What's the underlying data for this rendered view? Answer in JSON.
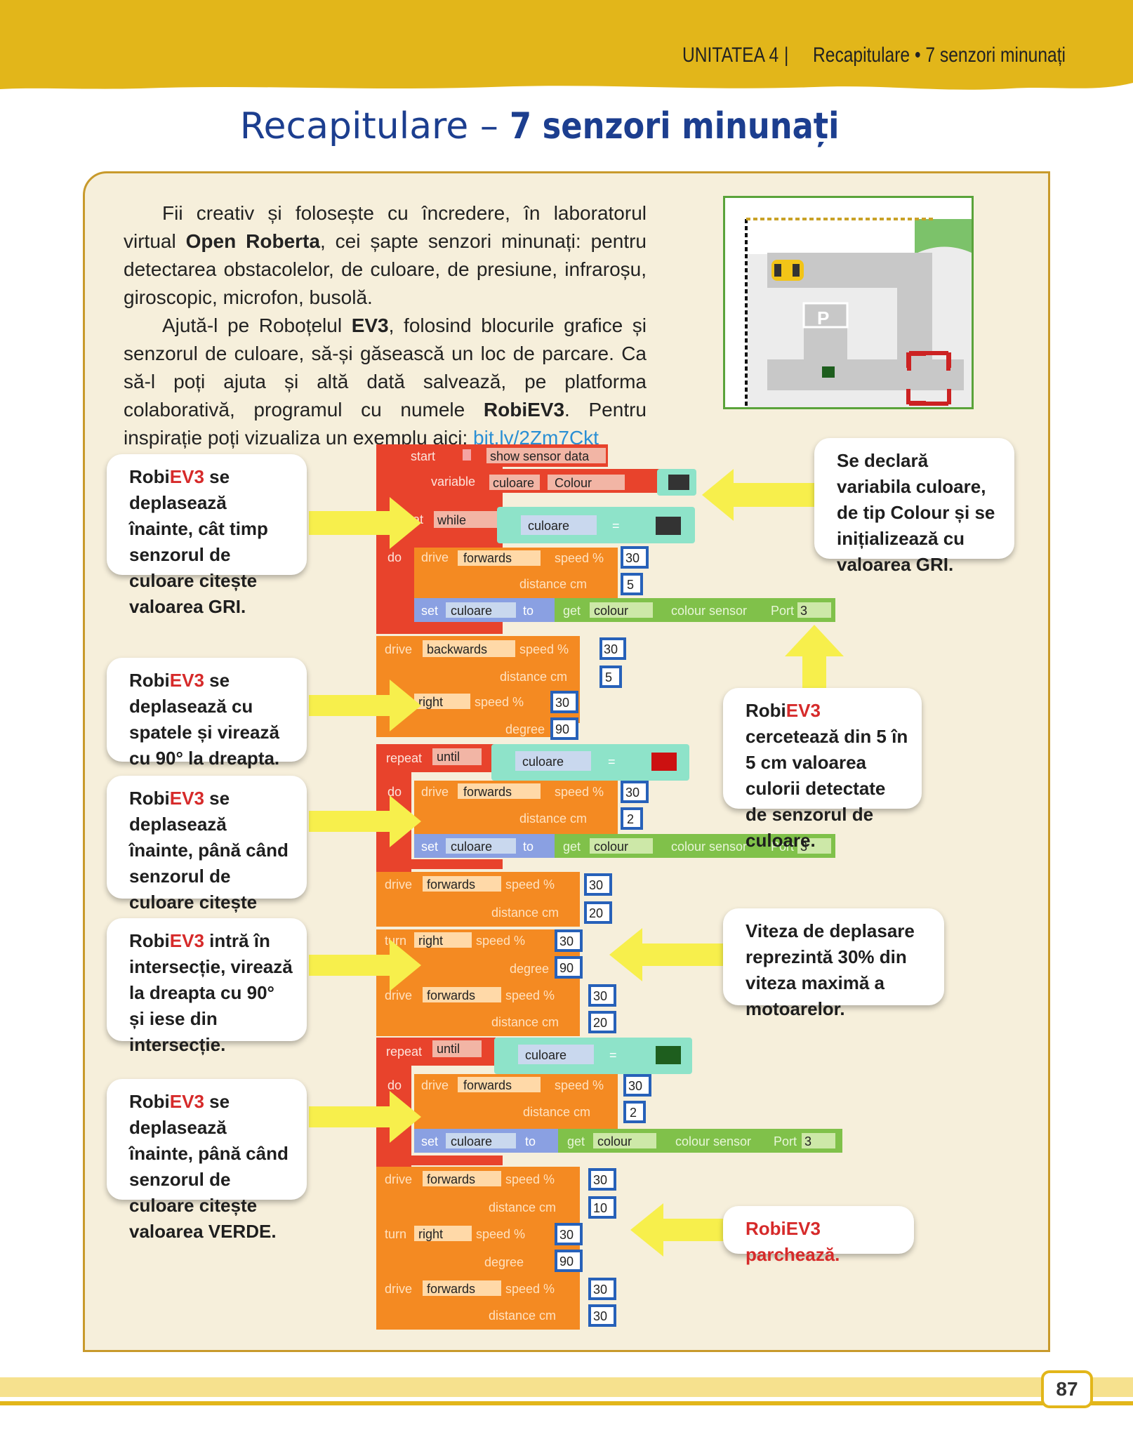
{
  "header": {
    "unit": "UNITATEA 4",
    "separator": "|",
    "breadcrumb": "Recapitulare • 7 senzori minunați"
  },
  "title": {
    "light": "Recapitulare – ",
    "bold": "7 senzori minunați"
  },
  "intro": {
    "p1_a": "Fii creativ și folosește cu încredere, în laboratorul virtual ",
    "p1_b": "Open Roberta",
    "p1_c": ", cei șapte senzori minunați: pentru detectarea obstacolelor, de culoare, de presiune, infraroșu, giroscopic, microfon, busolă.",
    "p2_a": "Ajută-l pe Roboțelul ",
    "p2_b": "EV3",
    "p2_c": ", folosind blocurile grafice și senzorul de culoare, să-și găsească un loc de parcare. Ca să-l poți ajuta și altă dată salvează, pe platforma colaborativă, programul cu numele ",
    "p2_d": "RobiEV3",
    "p2_e": ". Pentru inspirație poți vizualiza un exemplu aici: ",
    "link": "bit.ly/2Zm7Ckt"
  },
  "map": {
    "parking_letter": "P"
  },
  "callouts": {
    "robi": "Robi",
    "ev3": "EV3",
    "left1": "se deplasează înainte, cât timp senzorul de culoare citește valoarea GRI.",
    "left2": "se deplasează cu spatele și virează cu 90° la dreapta.",
    "left3": "se deplasează înainte, până când senzorul de culoare citește valoarea ROȘU.",
    "left4": "intră în intersecție, virează la dreapta cu 90° și iese din intersecție.",
    "left5": "se deplasează înainte, până când senzorul de culoare citește valoarea VERDE.",
    "right1": "Se declară variabila culoare, de tip Colour și se inițializează cu valoarea GRI.",
    "right2": "cercetează din 5 în 5 cm valoarea culorii detectate de senzorul de culoare.",
    "right3": "Viteza de deplasare reprezintă 30% din viteza maximă a motoarelor.",
    "right4": "RobiEV3 parchează."
  },
  "program": {
    "start": "start",
    "show_sensor_data": "show sensor data",
    "variable": "variable",
    "var_name": "culoare",
    "var_type": "Colour",
    "repeat": "repeat",
    "while": "while",
    "until": "until",
    "do": "do",
    "drive": "drive",
    "turn": "turn",
    "forwards": "forwards",
    "backwards": "backwards",
    "right": "right",
    "speed": "speed %",
    "distance": "distance cm",
    "degree": "degree",
    "set": "set",
    "to": "to",
    "get": "get",
    "colour": "colour",
    "colour_sensor": "colour sensor",
    "port": "Port",
    "eq": "=",
    "values": {
      "s30": "30",
      "d5": "5",
      "d2": "2",
      "d20": "20",
      "d10": "10",
      "d30": "30",
      "deg90": "90",
      "port3": "3"
    },
    "colors": {
      "grey": "#333333",
      "red": "#cc1111",
      "green": "#1e5e1e"
    }
  },
  "page_number": "87",
  "palette": {
    "accent_yellow": "#e2b61a",
    "title_blue": "#1c3e8f",
    "panel_bg": "#f6efdb",
    "panel_border": "#c89a2c",
    "block_red": "#e8432c",
    "block_orange": "#f48a22",
    "arrow_yellow": "#f7ef4c"
  }
}
